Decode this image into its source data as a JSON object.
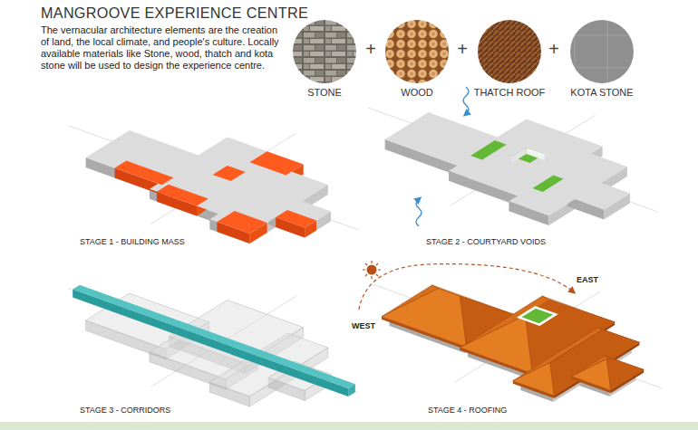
{
  "diagram": {
    "title": "MANGROOVE EXPERIENCE CENTRE",
    "nodes": [
      {
        "text": [
          "STONE"
        ]
      },
      {
        "text": [
          "WOOD"
        ]
      },
      {
        "text": [
          "THATCH ROOF"
        ]
      },
      {
        "text": [
          "KOTA STONE"
        ]
      }
    ],
    "labels": [
      "The vernacular architecture elements are the creation of land, the local climate, and people's culture. Locally available materials like Stone, wood, thatch and kota stone will be used to design the experience centre.",
      "+",
      "+",
      "+",
      "STAGE 1 - BUILDING MASS",
      "STAGE 2 - COURTYARD VOIDS",
      "STAGE 3 - CORRIDORS",
      "STAGE 4 - ROOFING",
      "EAST",
      "WEST"
    ]
  }
}
